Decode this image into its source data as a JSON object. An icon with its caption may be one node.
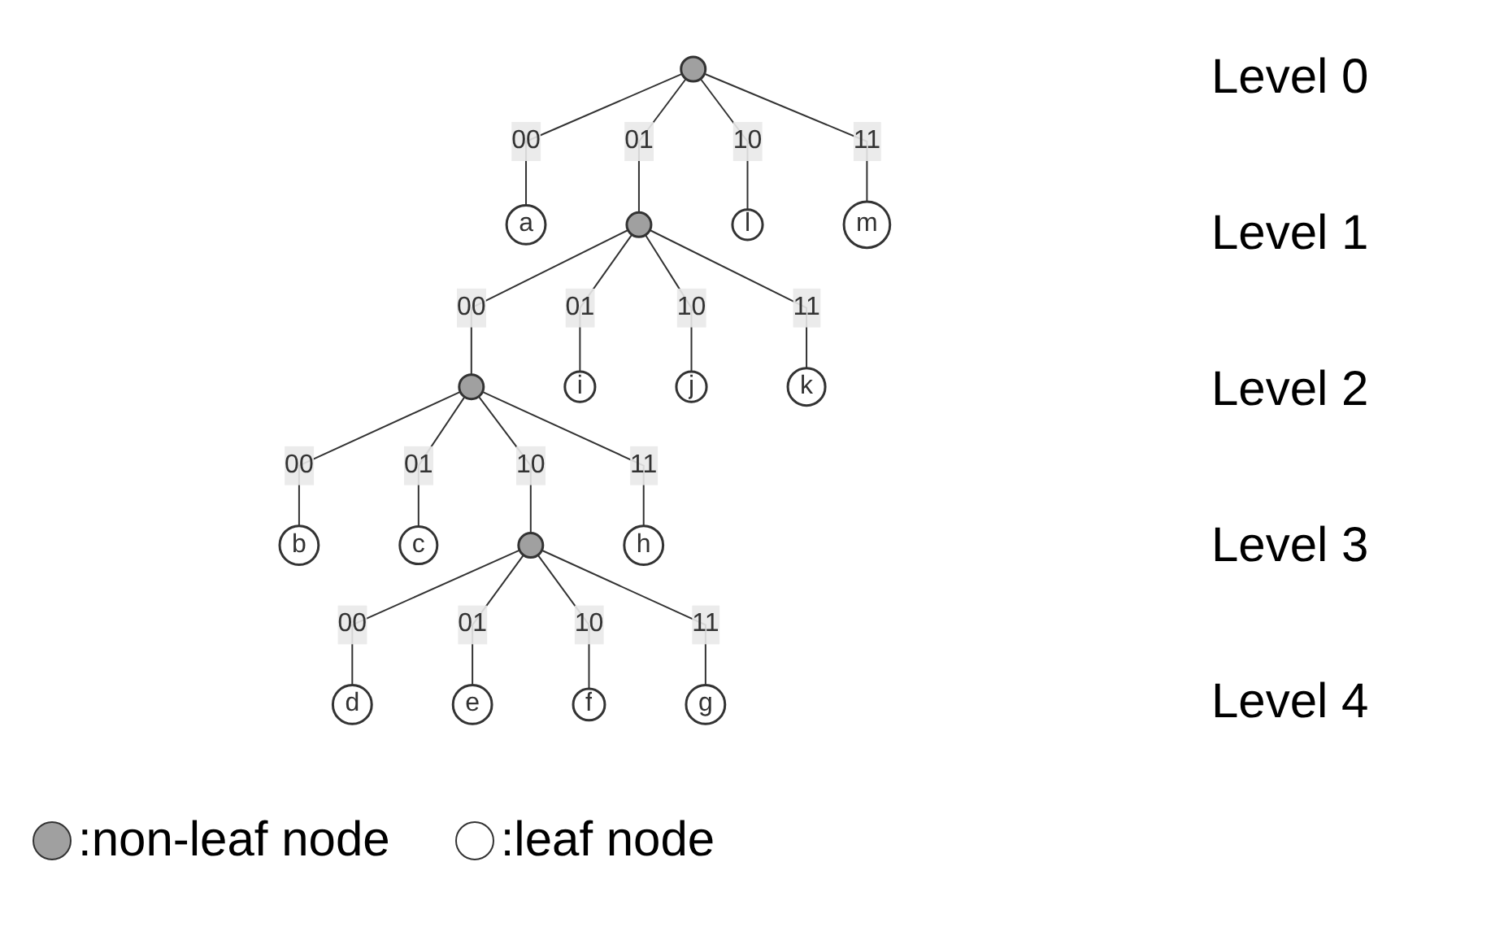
{
  "diagram": {
    "nodes": [
      {
        "text": [],
        "shape": "circle"
      },
      {
        "text": [
          "a"
        ]
      },
      {
        "text": [],
        "shape": "circle"
      },
      {
        "text": [
          "l"
        ]
      },
      {
        "text": [
          "m"
        ]
      },
      {
        "text": [],
        "shape": "circle"
      },
      {
        "text": [
          "i"
        ]
      },
      {
        "text": [
          "j"
        ]
      },
      {
        "text": [
          "k"
        ]
      },
      {
        "text": [
          "b"
        ]
      },
      {
        "text": [
          "c"
        ]
      },
      {
        "text": [],
        "shape": "circle"
      },
      {
        "text": [
          "h"
        ]
      },
      {
        "text": [
          "d"
        ]
      },
      {
        "text": [
          "e"
        ]
      },
      {
        "text": [
          "f"
        ]
      },
      {
        "text": [
          "g"
        ]
      }
    ],
    "edges": [
      {
        "from": 0,
        "to": 1,
        "arrow": "none",
        "label": "00"
      },
      {
        "from": 0,
        "to": 2,
        "arrow": "none",
        "label": "01"
      },
      {
        "from": 0,
        "to": 3,
        "arrow": "none",
        "label": "10"
      },
      {
        "from": 0,
        "to": 4,
        "arrow": "none",
        "label": "11"
      },
      {
        "from": 2,
        "to": 5,
        "arrow": "none",
        "label": "00"
      },
      {
        "from": 2,
        "to": 6,
        "arrow": "none",
        "label": "01"
      },
      {
        "from": 2,
        "to": 7,
        "arrow": "none",
        "label": "10"
      },
      {
        "from": 2,
        "to": 8,
        "arrow": "none",
        "label": "11"
      },
      {
        "from": 5,
        "to": 9,
        "arrow": "none",
        "label": "00"
      },
      {
        "from": 5,
        "to": 10,
        "arrow": "none",
        "label": "01"
      },
      {
        "from": 5,
        "to": 11,
        "arrow": "none",
        "label": "10"
      },
      {
        "from": 5,
        "to": 12,
        "arrow": "none",
        "label": "11"
      },
      {
        "from": 11,
        "to": 13,
        "arrow": "none",
        "label": "00"
      },
      {
        "from": 11,
        "to": 14,
        "arrow": "none",
        "label": "01"
      },
      {
        "from": 11,
        "to": 15,
        "arrow": "none",
        "label": "10"
      },
      {
        "from": 11,
        "to": 16,
        "arrow": "none",
        "label": "11"
      }
    ],
    "labels": [
      "Level 0",
      "Level 1",
      "Level 2",
      "Level 3",
      "Level 4"
    ],
    "legend": [
      {
        "text": ":non-leaf node",
        "color": "#a0a0a0"
      },
      {
        "text": ":leaf node",
        "color": "#ffffff"
      }
    ]
  }
}
